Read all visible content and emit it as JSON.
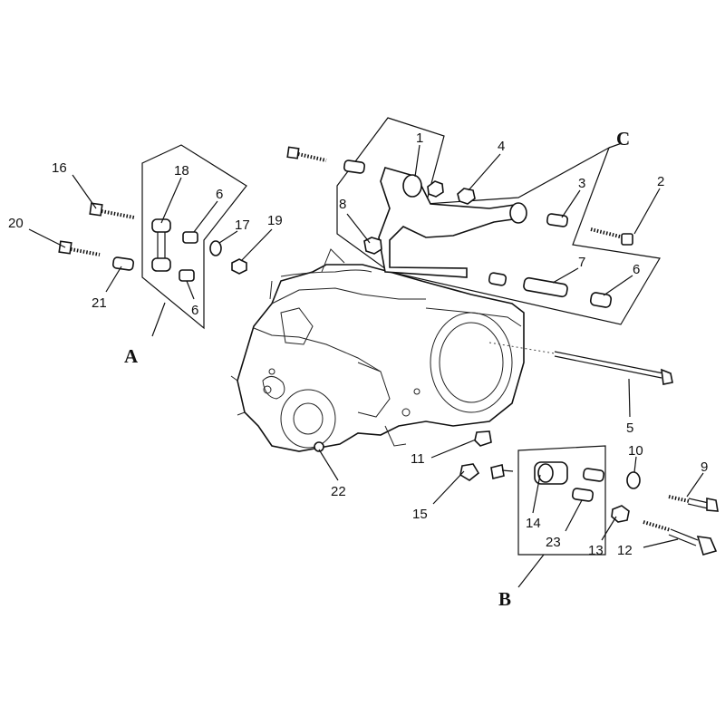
{
  "diagram": {
    "callouts": [
      {
        "id": "c1",
        "text": "1"
      },
      {
        "id": "c2",
        "text": "2"
      },
      {
        "id": "c3",
        "text": "3"
      },
      {
        "id": "c4",
        "text": "4"
      },
      {
        "id": "c5",
        "text": "5"
      },
      {
        "id": "c6a",
        "text": "6"
      },
      {
        "id": "c6b",
        "text": "6"
      },
      {
        "id": "c6c",
        "text": "6"
      },
      {
        "id": "c7",
        "text": "7"
      },
      {
        "id": "c8",
        "text": "8"
      },
      {
        "id": "c9",
        "text": "9"
      },
      {
        "id": "c10",
        "text": "10"
      },
      {
        "id": "c11",
        "text": "11"
      },
      {
        "id": "c12",
        "text": "12"
      },
      {
        "id": "c13",
        "text": "13"
      },
      {
        "id": "c14",
        "text": "14"
      },
      {
        "id": "c15",
        "text": "15"
      },
      {
        "id": "c16",
        "text": "16"
      },
      {
        "id": "c17",
        "text": "17"
      },
      {
        "id": "c18",
        "text": "18"
      },
      {
        "id": "c19",
        "text": "19"
      },
      {
        "id": "c20",
        "text": "20"
      },
      {
        "id": "c21",
        "text": "21"
      },
      {
        "id": "c22",
        "text": "22"
      },
      {
        "id": "c23",
        "text": "23"
      }
    ],
    "groups": [
      {
        "id": "A",
        "text": "A"
      },
      {
        "id": "B",
        "text": "B"
      },
      {
        "id": "C",
        "text": "C"
      }
    ]
  }
}
